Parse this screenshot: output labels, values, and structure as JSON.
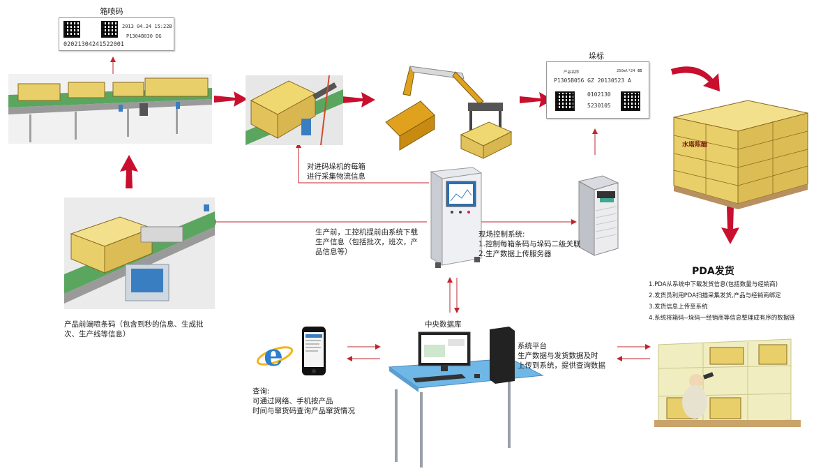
{
  "carton_code": {
    "title": "箱喷码",
    "date_time": "2013 04.24  15:22B",
    "batch": "P1304B030 DG",
    "serial": "02021304241522001"
  },
  "pallet_label": {
    "title": "垛标",
    "product_name_label": "产品名称",
    "spec": "250ml*24",
    "spec_value": "65",
    "batch_line": "P1305B056 GZ  20130523   A",
    "code_a": "0102130",
    "code_b": "5230105"
  },
  "brand": "水塔陈醋",
  "captions": {
    "stacker_collect": "对进码垛机的每箱\n进行采集物流信息",
    "before_production": "生产前，工控机提前由系统下载\n生产信息（包括批次，班次，产\n品信息等）",
    "field_control": "现场控制系统:\n1.控制每箱条码与垛码二级关联\n2.生产数据上传服务器",
    "front_coding": "产品前端喷条码（包含到秒的信息、生成批\n次、生产线等信息）",
    "central_db": "中央数据库",
    "system_platform": "系统平台\n生产数据与发货数据及时\n上传到系统，提供查询数据",
    "query": "查询:\n可通过网络、手机按产品\n时间与窜货码查询产品窜货情况"
  },
  "pda": {
    "title": "PDA发货",
    "steps": [
      "1.PDA从系统中下载发货信息(包括数量与经销商)",
      "2.发货员利用PDA扫描采集发货,产品与经销商绑定",
      "3.发货信息上传至系统",
      "4.系统将箱码--垛码一经销商等信息整理成有序的数据链"
    ]
  },
  "icons": [
    "internet-explorer-icon",
    "smartphone-icon"
  ],
  "colors": {
    "arrow": "#c8102e",
    "thin_arrow": "#c0262d",
    "box": "#e9cf6a",
    "conveyor": "#4a9a55"
  }
}
